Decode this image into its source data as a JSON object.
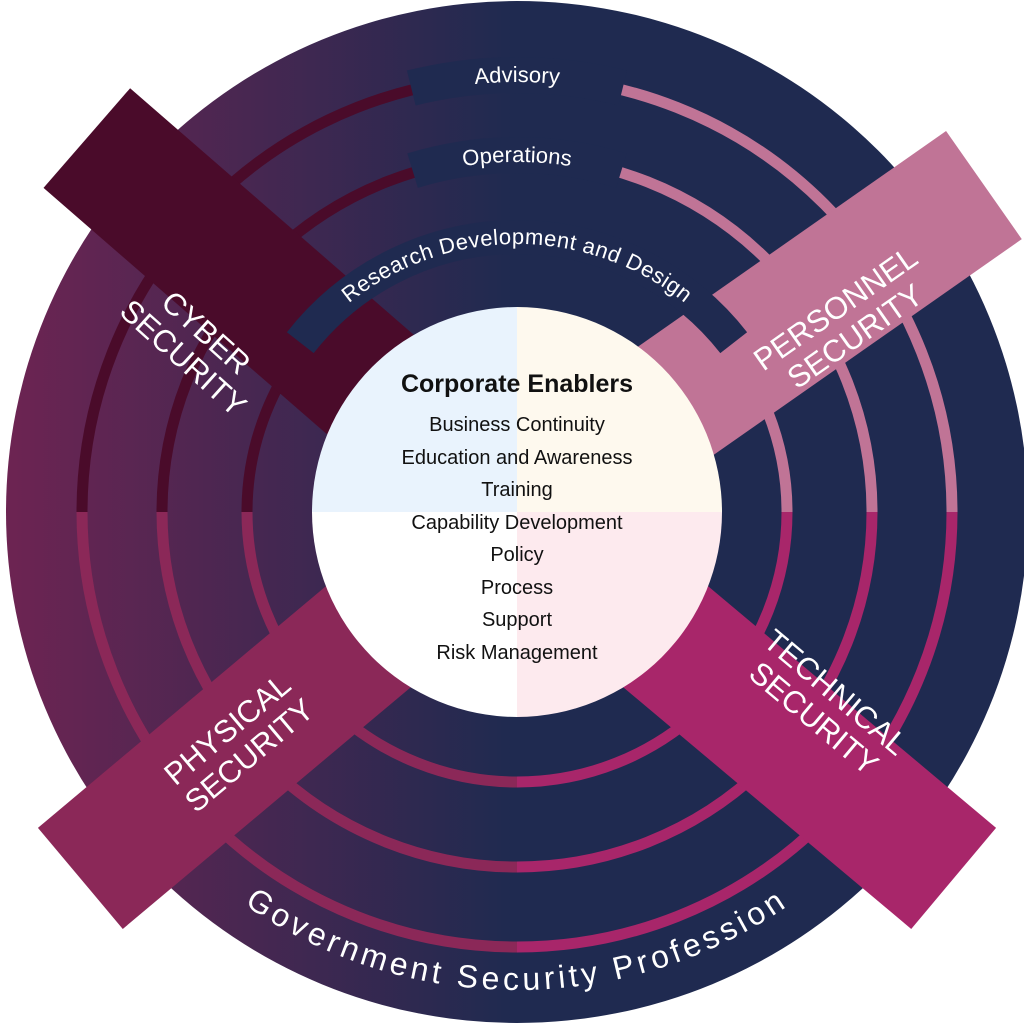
{
  "colors": {
    "navy": "#1f2a50",
    "left_gradient_start": "#6e2452",
    "cyber": "#4a0b2a",
    "personnel": "#c07496",
    "technical": "#a8266a",
    "physical": "#8b2858",
    "inner_tl": "#e9f3fd",
    "inner_tr": "#fef9ee",
    "inner_br": "#fdeaee",
    "inner_bl": "#ffffff"
  },
  "rings": [
    {
      "label": "Advisory"
    },
    {
      "label": "Operations"
    },
    {
      "label": "Research Development and Design"
    }
  ],
  "banners": {
    "cyber": {
      "line1": "CYBER",
      "line2": "SECURITY"
    },
    "personnel": {
      "line1": "PERSONNEL",
      "line2": "SECURITY"
    },
    "technical": {
      "line1": "TECHNICAL",
      "line2": "SECURITY"
    },
    "physical": {
      "line1": "PHYSICAL",
      "line2": "SECURITY"
    }
  },
  "center": {
    "title": "Corporate Enablers",
    "items": [
      "Business Continuity",
      "Education and Awareness",
      "Training",
      "Capability Development",
      "Policy",
      "Process",
      "Support",
      "Risk Management"
    ]
  },
  "outer_label": "Government Security Profession"
}
